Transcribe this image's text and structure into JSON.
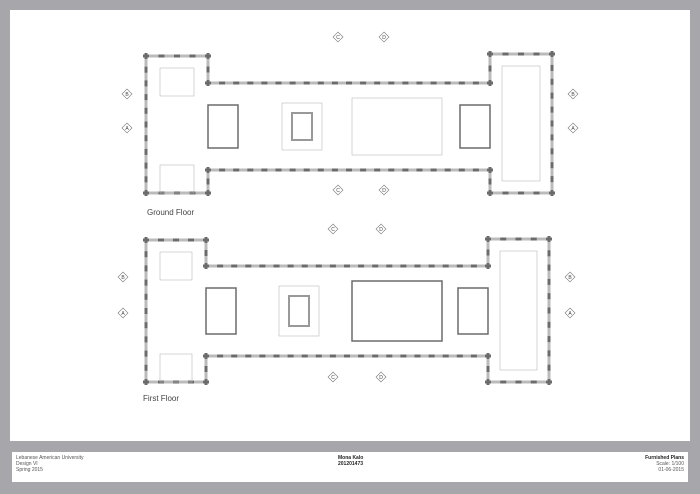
{
  "sheet": {
    "floors": [
      {
        "label": "Ground Floor"
      },
      {
        "label": "First Floor"
      }
    ],
    "section_markers": [
      "A",
      "B",
      "C",
      "D"
    ]
  },
  "title_block": {
    "left": {
      "line1": "Lebanese American University",
      "line2": "Design VI",
      "line3": "Spring 2015"
    },
    "center": {
      "name": "Mona Kalo",
      "id": "201201473"
    },
    "right": {
      "title": "Furnished Plans",
      "scale": "Scale: 1/100",
      "date": "01-06-2015"
    }
  },
  "colors": {
    "background": "#a7a6ab",
    "wall": "#6b6b6b",
    "line": "#bbbbbb"
  }
}
